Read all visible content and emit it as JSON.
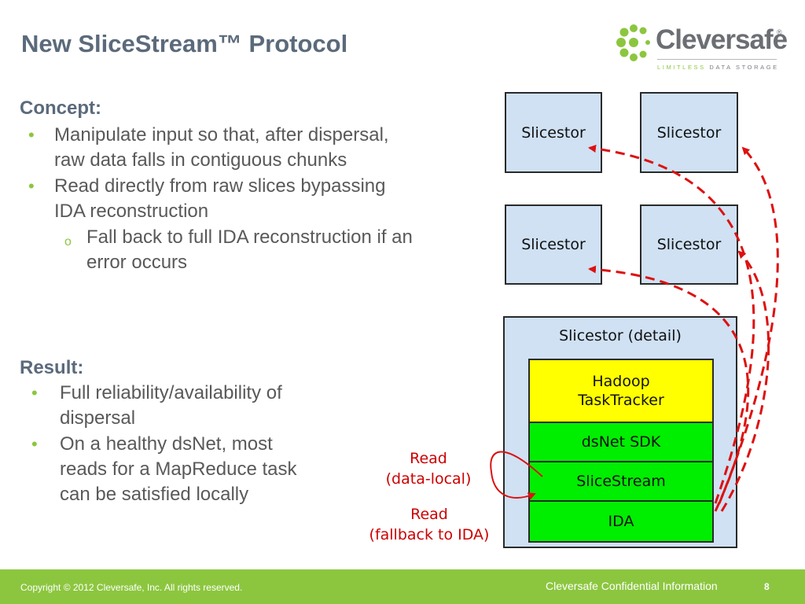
{
  "slide": {
    "title": "New SliceStream™ Protocol",
    "page_number": "8"
  },
  "logo": {
    "word": "Cleversafe",
    "tm": "®",
    "tagline_highlight": "LIMITLESS",
    "tagline_rest": " DATA STORAGE"
  },
  "concept": {
    "heading": "Concept:",
    "bullets": [
      {
        "line1": "Manipulate input so that, after dispersal,",
        "line2": "raw data falls in contiguous chunks"
      },
      {
        "line1": "Read directly from raw slices bypassing",
        "line2": "IDA reconstruction"
      }
    ],
    "sub_bullet": {
      "marker": "o",
      "line1": "Fall back to full IDA reconstruction if an",
      "line2": "error occurs"
    }
  },
  "result": {
    "heading": "Result:",
    "bullets": [
      {
        "line1": "Full reliability/availability of",
        "line2": "dispersal"
      },
      {
        "line1": "On a healthy dsNet, most",
        "line2": "reads for a MapReduce task",
        "line3": "can be satisfied locally"
      }
    ]
  },
  "diagram": {
    "slicestors": [
      "Slicestor",
      "Slicestor",
      "Slicestor",
      "Slicestor"
    ],
    "detail_title": "Slicestor (detail)",
    "layers": [
      {
        "line1": "Hadoop",
        "line2": "TaskTracker",
        "color": "#ffff00"
      },
      {
        "line1": "dsNet SDK",
        "color": "#00ee00"
      },
      {
        "line1": "SliceStream",
        "color": "#00ee00"
      },
      {
        "line1": "IDA",
        "color": "#00ee00"
      }
    ],
    "read_local": {
      "line1": "Read",
      "line2": "(data-local)"
    },
    "read_fallback": {
      "line1": "Read",
      "line2": "(fallback to IDA)"
    },
    "arrow_color": "#dd1111"
  },
  "footer": {
    "copyright": "Copyright © 2012  Cleversafe, Inc. All rights reserved.",
    "confidential": "Cleversafe Confidential Information",
    "bar_color": "#8cc63f"
  }
}
